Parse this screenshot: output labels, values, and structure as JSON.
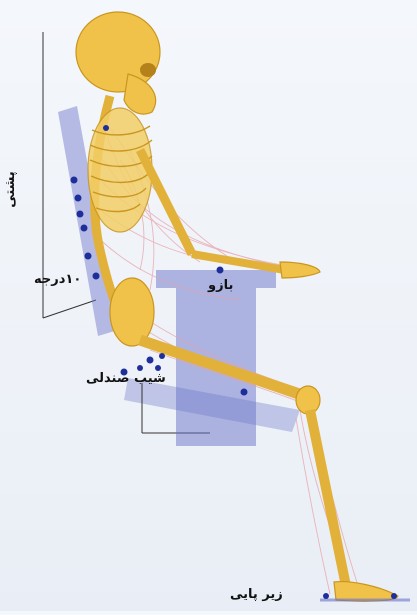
{
  "labels": {
    "backrest": "پشتی",
    "angle": "۱۰درجه",
    "armrest": "بازو",
    "seat_slope": "شیب صندلی",
    "footrest": "زیر پایی"
  },
  "colors": {
    "bone": "#f0c24a",
    "bone_shadow": "#c9961f",
    "muscle": "#e8a0a8",
    "chair": "#6a73c9",
    "marker": "#1f2f9a",
    "guide": "#333333"
  },
  "icons": {
    "figure": "skeleton-figure",
    "chair": "chair-shape"
  }
}
